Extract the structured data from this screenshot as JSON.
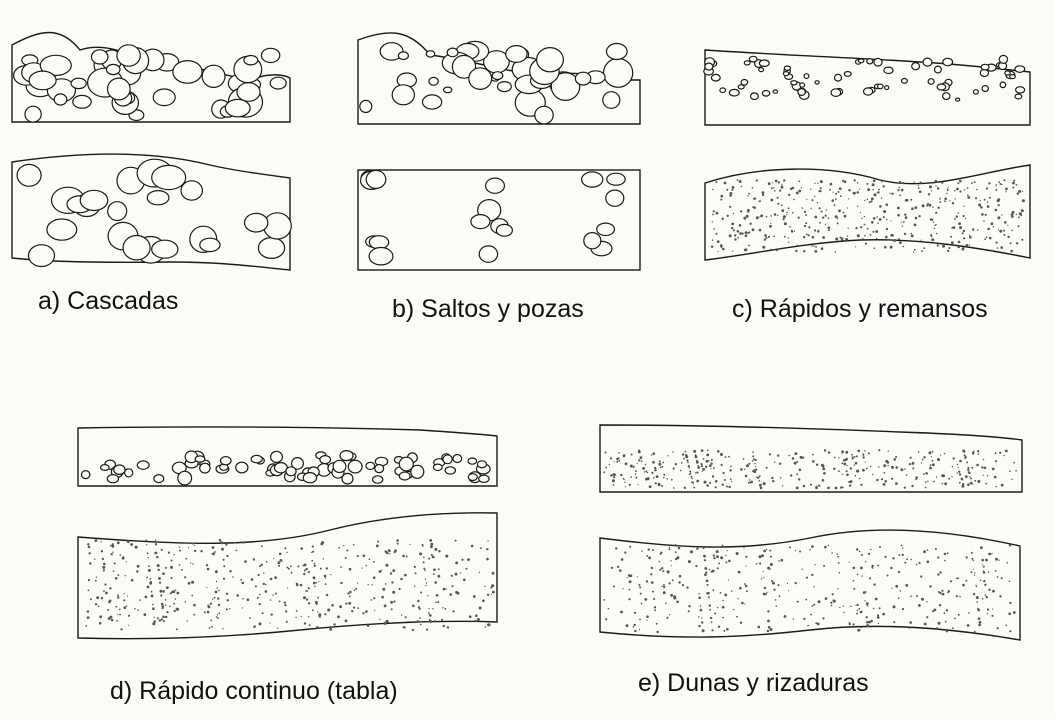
{
  "figure": {
    "panels": [
      {
        "id": "a",
        "caption": "a) Cascadas"
      },
      {
        "id": "b",
        "caption": "b) Saltos y pozas"
      },
      {
        "id": "c",
        "caption": "c) Rápidos y remansos"
      },
      {
        "id": "d",
        "caption": "d) Rápido continuo (tabla)"
      },
      {
        "id": "e",
        "caption": "e) Dunas y rizaduras"
      }
    ]
  },
  "colors": {
    "ink": "#1a1a1a",
    "paper": "#fbfbf8",
    "stipple": "#555555"
  }
}
